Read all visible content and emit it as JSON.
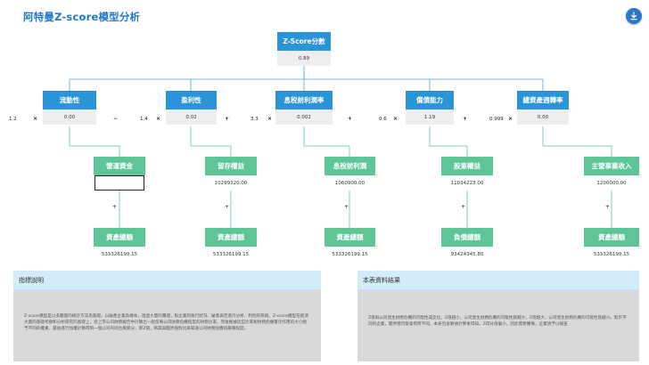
{
  "page": {
    "title": "阿特曼Z-score模型分析"
  },
  "toolbar": {
    "download_icon": "download-icon"
  },
  "zscore": {
    "label": "Z-Score分數",
    "value": "0.89"
  },
  "factors": [
    {
      "label": "流動性",
      "value": "0.00",
      "coef": "1.2"
    },
    {
      "label": "盈利性",
      "value": "0.02",
      "coef": "1.4"
    },
    {
      "label": "息税前利潤率",
      "value": "0.002",
      "coef": "3.3"
    },
    {
      "label": "償債能力",
      "value": "1.19",
      "coef": "0.6"
    },
    {
      "label": "總資產週轉率",
      "value": "0.00",
      "coef": "0.999"
    }
  ],
  "symbols": {
    "times": "×",
    "minus": "−",
    "plus": "+",
    "divide": "÷"
  },
  "numerators": [
    {
      "label": "營運資金",
      "value": ""
    },
    {
      "label": "留存權益",
      "value": "10299320.00"
    },
    {
      "label": "息稅前利潤",
      "value": "1060900.00"
    },
    {
      "label": "股東權益",
      "value": "11034223.00"
    },
    {
      "label": "主營事業收入",
      "value": "1200000.00"
    }
  ],
  "denominators": [
    {
      "label": "資產總額",
      "value": "533326199.15"
    },
    {
      "label": "資產總額",
      "value": "533326199.15"
    },
    {
      "label": "資產總額",
      "value": "533326199.15"
    },
    {
      "label": "負債總額",
      "value": "93424345.80"
    },
    {
      "label": "資產總額",
      "value": "533326199.15"
    }
  ],
  "panels": {
    "left": {
      "title": "指標說明",
      "body": "Z-score模型是以多變量的統計方法為基礎，以破產企業為樣本，透過大量的實證，對企業的執行狀況、破產與否進行分析、判別的系統。Z-score模型在經濟大量的基礎考察和分析研究的基礎上，從上市公司財務報告中計算出一組反映公司財務危機程度的財務比率，然後根據這些比率對財務危機警示作用的大小給予不同的權重，最後進行加權計算得到一個公司的綜合風險分，即Z值，將其與臨界值對比來知道公司財務危機的嚴重程度。"
    },
    "right": {
      "title": "本表資料結果",
      "body": "Z值與公司發生財務危機的可能性成反比，Z值越小，公司發生財務危機的可能性就越大，Z值越大，公司發生財務危機的可能性就越小。對於不同的企業，臨界值可能會有所不同。本表包含數據計算後得知，Z得分值偏小，因此需要審慎，企業須予以檢查"
    }
  }
}
